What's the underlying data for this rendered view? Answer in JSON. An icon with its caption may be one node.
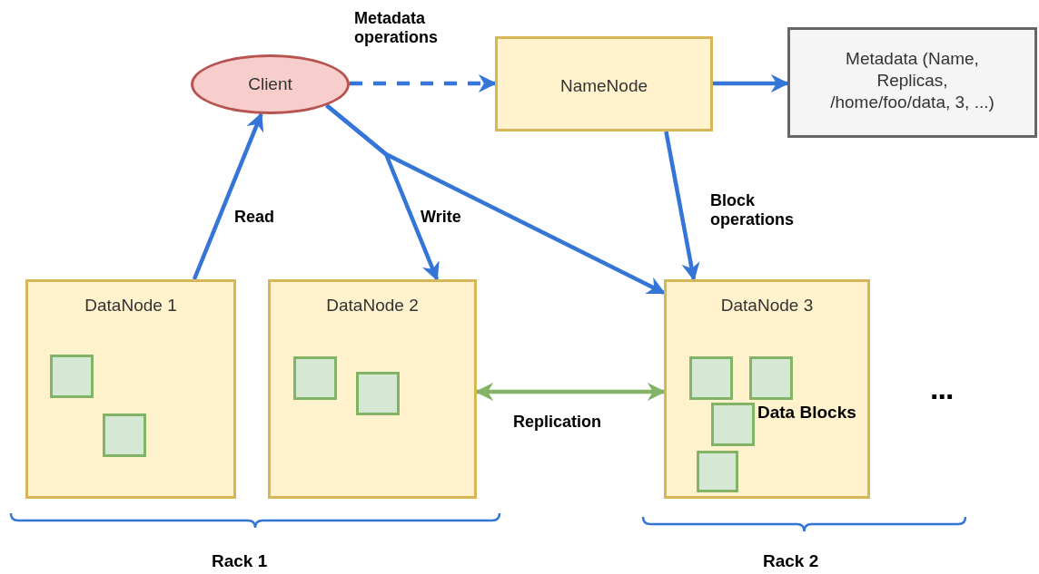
{
  "diagram": {
    "nodes": [
      {
        "text": [
          "Client"
        ]
      },
      {
        "text": [
          "NameNode"
        ]
      },
      {
        "text": [
          "Metadata (Name, Replicas, /home/foo/data, 3, ...)"
        ]
      },
      {
        "text": [
          "DataNode 1"
        ]
      },
      {
        "text": [],
        "shape": "box",
        "in": 3
      },
      {
        "text": [],
        "shape": "box",
        "in": 3
      },
      {
        "text": [
          "DataNode 2"
        ]
      },
      {
        "text": [],
        "shape": "box",
        "in": 6
      },
      {
        "text": [],
        "shape": "box",
        "in": 6
      },
      {
        "text": [
          "DataNode 3"
        ]
      },
      {
        "text": [],
        "shape": "box",
        "in": 9
      },
      {
        "text": [],
        "shape": "box",
        "in": 9
      },
      {
        "text": [],
        "shape": "box",
        "in": 9
      },
      {
        "text": [],
        "shape": "box",
        "in": 9
      }
    ],
    "edges": [
      {
        "from": 0,
        "to": 1,
        "arrow": "to",
        "label": "Metadata operations",
        "style": "dashed"
      },
      {
        "from": 1,
        "to": 2,
        "arrow": "to"
      },
      {
        "from": 3,
        "to": 0,
        "arrow": "to",
        "label": "Read"
      },
      {
        "from": 0,
        "to": 6,
        "arrow": "to",
        "label": "Write"
      },
      {
        "from": 0,
        "to": 9,
        "arrow": "to"
      },
      {
        "from": 1,
        "to": 9,
        "arrow": "to",
        "label": "Block operations"
      },
      {
        "from": 6,
        "to": 9,
        "arrow": "both",
        "label": "Replication",
        "color": "#82b366"
      }
    ],
    "labels": [
      "Data Blocks",
      "...",
      "Rack 1",
      "Rack 2"
    ]
  }
}
